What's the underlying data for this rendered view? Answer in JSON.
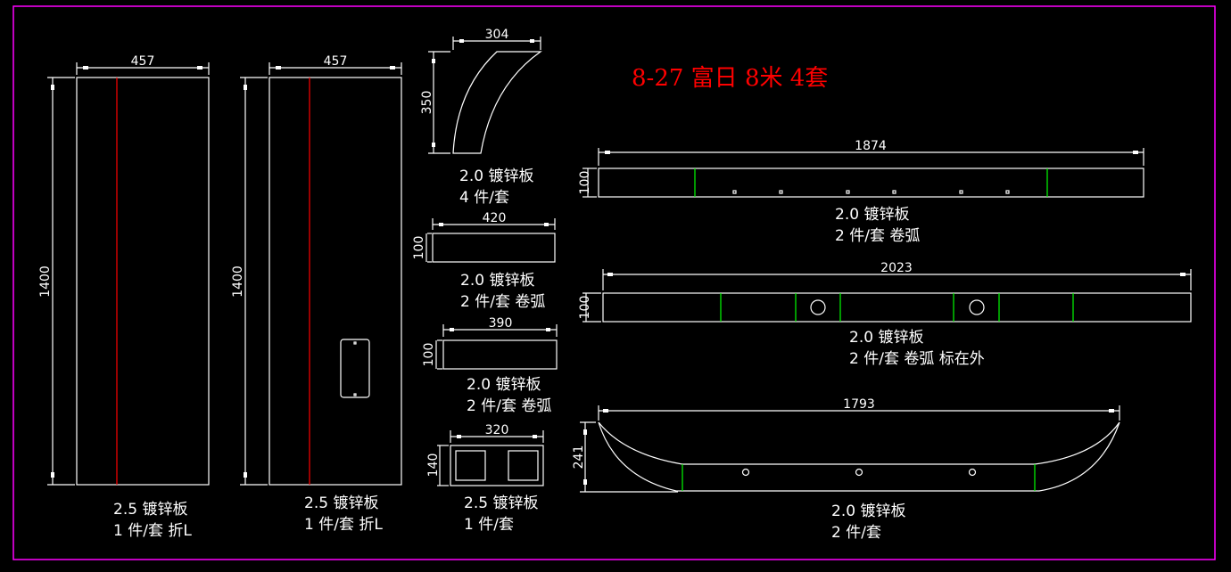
{
  "title": "8-27  富日  8米  4套",
  "colors": {
    "background": "#000000",
    "frame": "#ff00ff",
    "lines": "#ffffff",
    "fold_line": "#ff0000",
    "bend_line": "#00ff00",
    "title": "#ff0000"
  },
  "parts": [
    {
      "id": "panel-left",
      "width_dim": "457",
      "height_dim": "1400",
      "note_line1": "2.5 镀锌板",
      "note_line2": "1 件/套 折L"
    },
    {
      "id": "panel-right",
      "width_dim": "457",
      "height_dim": "1400",
      "note_line1": "2.5 镀锌板",
      "note_line2": "1 件/套 折L"
    },
    {
      "id": "arc-bracket",
      "width_dim": "304",
      "height_dim": "350",
      "note_line1": "2.0 镀锌板",
      "note_line2": "4 件/套"
    },
    {
      "id": "strip-420",
      "width_dim": "420",
      "height_dim": "100",
      "note_line1": "2.0 镀锌板",
      "note_line2": "2 件/套 卷弧"
    },
    {
      "id": "strip-390",
      "width_dim": "390",
      "height_dim": "100",
      "note_line1": "2.0 镀锌板",
      "note_line2": "2 件/套 卷弧"
    },
    {
      "id": "plate-320",
      "width_dim": "320",
      "height_dim": "140",
      "note_line1": "2.5 镀锌板",
      "note_line2": "1 件/套"
    },
    {
      "id": "strip-1874",
      "width_dim": "1874",
      "height_dim": "100",
      "note_line1": "2.0 镀锌板",
      "note_line2": "2 件/套 卷弧"
    },
    {
      "id": "strip-2023",
      "width_dim": "2023",
      "height_dim": "100",
      "note_line1": "2.0 镀锌板",
      "note_line2": "2 件/套 卷弧 标在外"
    },
    {
      "id": "curved-1793",
      "width_dim": "1793",
      "height_dim": "241",
      "note_line1": "2.0 镀锌板",
      "note_line2": "2 件/套"
    }
  ]
}
